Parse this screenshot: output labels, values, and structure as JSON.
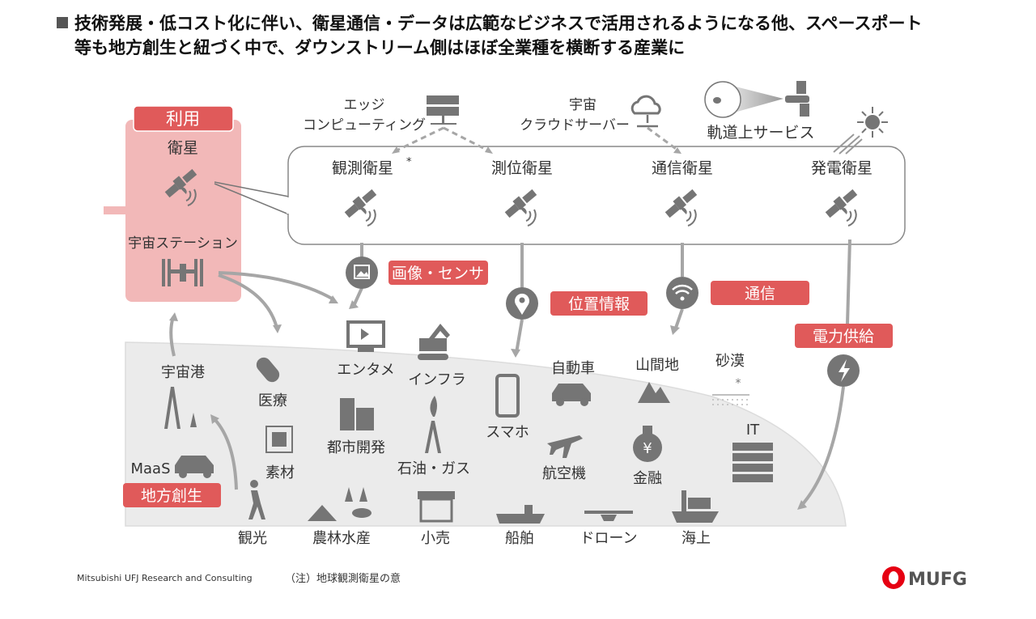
{
  "title": {
    "line1": "技術発展・低コスト化に伴い、衛星通信・データは広範なビジネスで活用されるようになる他、スペースポート",
    "line2": "等も地方創生と紐づく中で、ダウンストリーム側はほぼ全業種を横断する産業に"
  },
  "usage": {
    "tab": "利用",
    "satellite": "衛星",
    "station": "宇宙ステーション"
  },
  "infra": {
    "edge": [
      "エッジ",
      "コンピューティング"
    ],
    "cloud": [
      "宇宙",
      "クラウドサーバー"
    ],
    "orbit": "軌道上サービス"
  },
  "satellites": [
    {
      "label": "観測衛星",
      "note": "*"
    },
    {
      "label": "測位衛星"
    },
    {
      "label": "通信衛星"
    },
    {
      "label": "発電衛星"
    }
  ],
  "outputs": {
    "image": "画像・センサ",
    "position": "位置情報",
    "comm": "通信",
    "power": "電力供給",
    "regional": "地方創生"
  },
  "industries": {
    "spaceport": "宇宙港",
    "medical": "医療",
    "entertainment": "エンタメ",
    "infrastructure": "インフラ",
    "urban": "都市開発",
    "materials": "素材",
    "oilgas": "石油・ガス",
    "maas": "MaaS",
    "tourism": "観光",
    "agriculture": "農林水産",
    "retail": "小売",
    "smartphone": "スマホ",
    "car": "自動車",
    "aircraft": "航空機",
    "vessel": "船舶",
    "drone": "ドローン",
    "mountain": "山間地",
    "finance": "金融",
    "maritime": "海上",
    "desert": "砂漠",
    "it": "IT"
  },
  "footer": {
    "source": "Mitsubishi UFJ Research and Consulting",
    "note": "（注）地球観測衛星の意",
    "logo": "MUFG"
  },
  "colors": {
    "accent": "#e05a5a",
    "pink": "#f2b8b8",
    "icon": "#757575",
    "ground": "#ebebeb"
  }
}
